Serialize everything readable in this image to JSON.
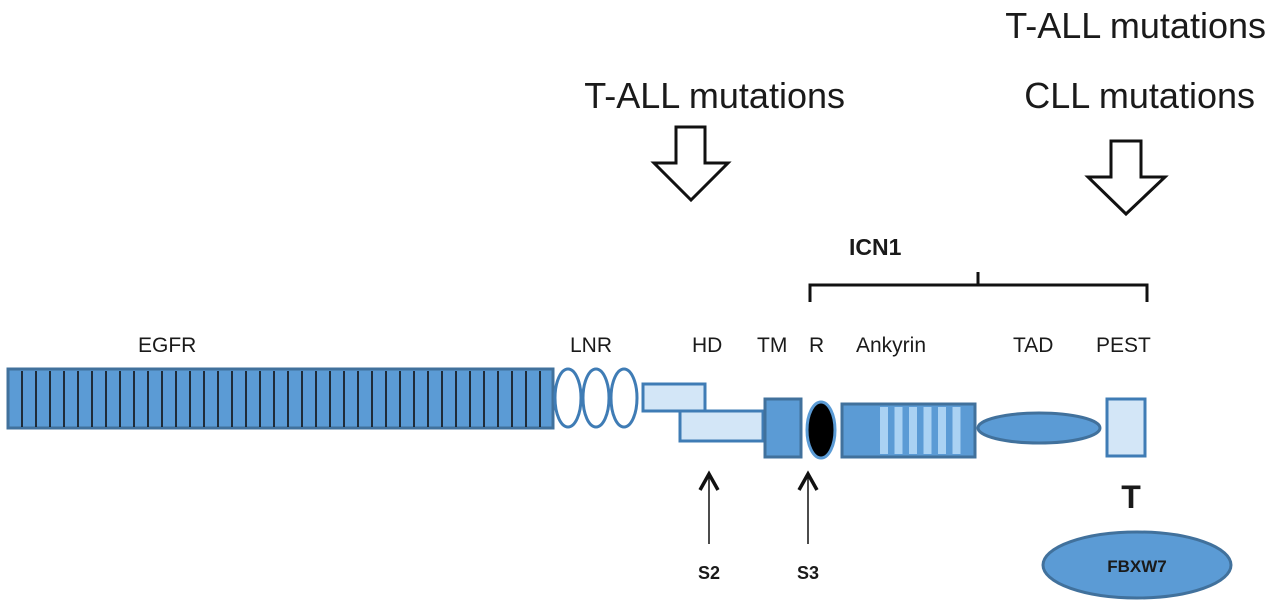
{
  "annotations": {
    "tall_mutations_left": "T-ALL mutations",
    "tall_mutations_right": "T-ALL mutations",
    "cll_mutations": "CLL mutations",
    "icn1": "ICN1"
  },
  "domains": {
    "egfr": "EGFR",
    "lnr": "LNR",
    "hd": "HD",
    "tm": "TM",
    "r": "R",
    "ankyrin": "Ankyrin",
    "tad": "TAD",
    "pest": "PEST"
  },
  "cleavage_sites": {
    "s2": "S2",
    "s3": "S3"
  },
  "binding": {
    "t_symbol": "T",
    "fbxw7": "FBXW7"
  },
  "colors": {
    "domain_fill": "#5b9bd5",
    "domain_stroke": "#41719c",
    "light_fill": "#cfe3f5",
    "r_fill": "#000000"
  }
}
